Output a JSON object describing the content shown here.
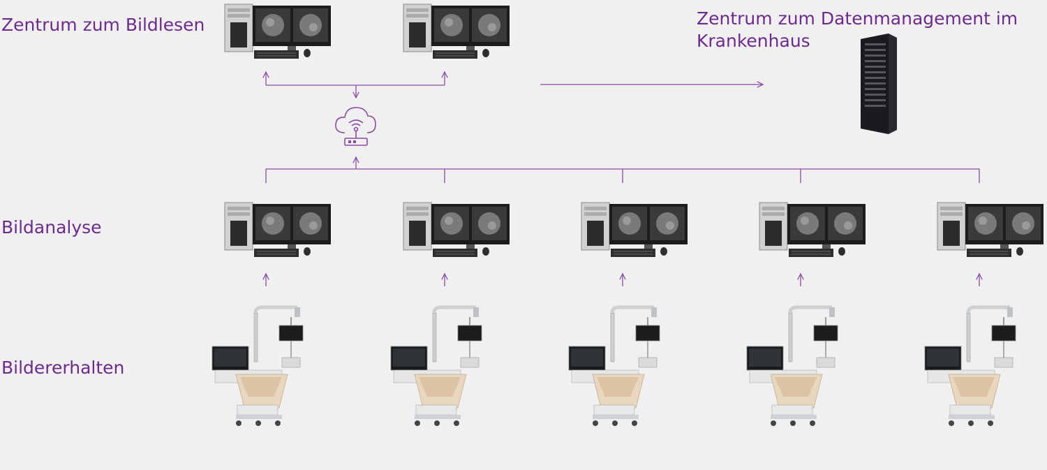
{
  "labels": {
    "reading_center": "Zentrum zum Bildlesen",
    "hospital_data_center": "Zentrum zum Datenmanagement im Krankenhaus",
    "image_analysis": "Bildanalyse",
    "image_acquisition": "Bildererhalten"
  },
  "colors": {
    "accent": "#6e2a8c",
    "background": "#f0f0f0",
    "line": "#8a4aa6"
  },
  "icons": {
    "workstation": "workstation-icon",
    "cloud": "cloud-router-icon",
    "server": "server-rack-icon",
    "scanner": "ultrasound-scanner-icon"
  }
}
